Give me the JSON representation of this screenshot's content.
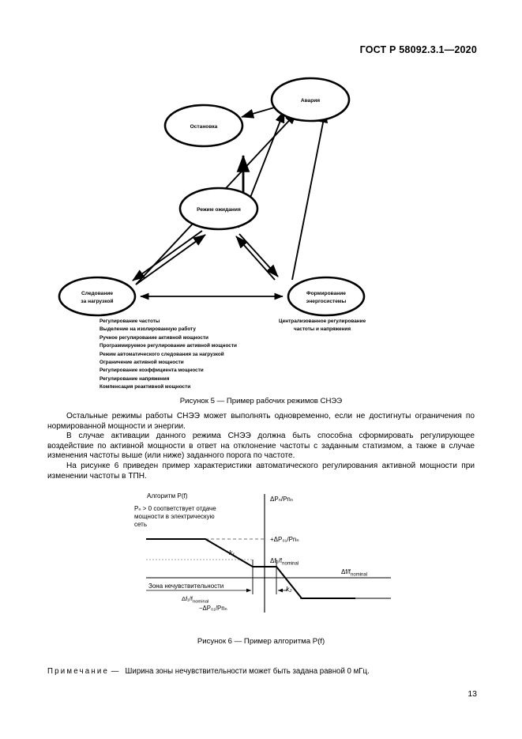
{
  "header": {
    "standard": "ГОСТ Р 58092.3.1—2020"
  },
  "figure5": {
    "caption": "Рисунок 5 — Пример рабочих режимов СНЭЭ",
    "nodes": [
      {
        "id": "stop",
        "label": "Остановка"
      },
      {
        "id": "failure",
        "label": "Авария"
      },
      {
        "id": "standby",
        "label": "Режим ожидания"
      },
      {
        "id": "load",
        "label_line1": "Следование",
        "label_line2": "за нагрузкой"
      },
      {
        "id": "gridform",
        "label_line1": "Формирование",
        "label_line2": "энергосистемы"
      }
    ],
    "left_modes": [
      "Регулирование частоты",
      "Выделение на изолированную работу",
      "Ручное регулирование активной мощности",
      "Программируемое регулирование активной мощности",
      "Режим автоматического следования за нагрузкой",
      "Ограничение активной мощности",
      "Регулирование коэффициента мощности",
      "Регулирование напряжения",
      "Компенсация реактивной мощности"
    ],
    "right_modes": [
      "Централизованное регулирование",
      "частоты и напряжения"
    ]
  },
  "body": {
    "p1": "Остальные режимы работы СНЭЭ может выполнять одновременно, если не достигнуты ограничения по нормированной мощности и энергии.",
    "p2": "В случае активации данного режима СНЭЭ должна быть способна сформировать регулирующее воздействие по активной мощности в ответ на отклонение частоты с заданным статизмом, а также в случае изменения частоты выше (или ниже) заданного порога по частоте.",
    "p3": "На рисунке 6 приведен пример характеристики автоматического регулирования активной мощности при изменении частоты в ТПН."
  },
  "figure6": {
    "caption": "Рисунок 6 — Пример алгоритма P(f)",
    "title": "Алгоритм P(f)",
    "note_lines": [
      "Pₙ > 0 соответствует отдаче",
      "мощности в электрическую",
      "сеть"
    ],
    "axis_y_label": "ΔPₙ/Pnₙ",
    "axis_x_label": "Δf/f",
    "axis_x_sub": "nominal",
    "tick_pos_label": "+ΔP₀₁/Pnₙ",
    "tick_neg_label": "−ΔP₀₁/Pnₙ",
    "tick_f2_label": "Δf₂/f",
    "tick_f2_sub": "nominal",
    "tick_f1_label": "Δf₁/f",
    "tick_f1_sub": "nominal",
    "deadband_label": "Зона нечувствительности",
    "slope_k1": "k₁",
    "slope_k2": "k₂"
  },
  "note": {
    "label": "Примечание",
    "dash": "—",
    "text": "Ширина зоны нечувствительности может быть задана равной 0 мГц."
  },
  "page_number": "13"
}
